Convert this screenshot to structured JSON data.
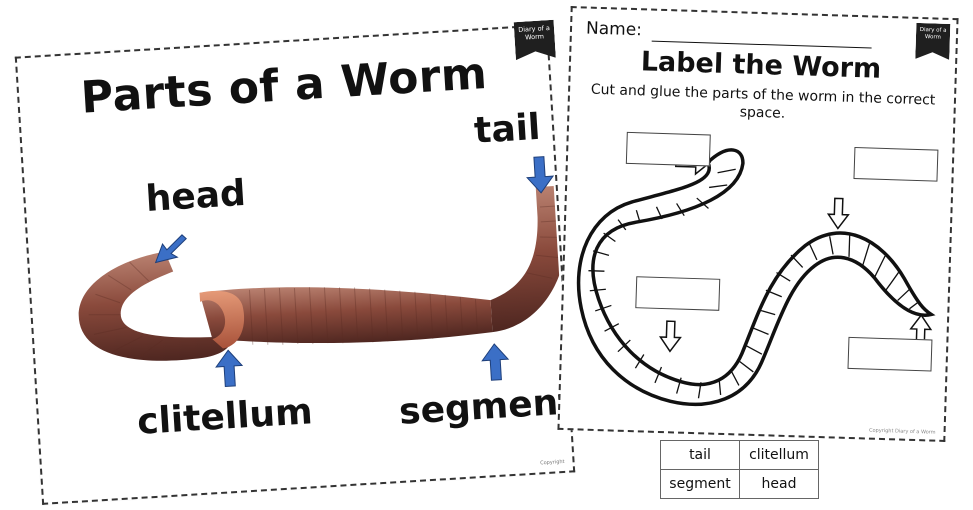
{
  "poster": {
    "title": "Parts of a Worm",
    "badge": "Diary of a Worm",
    "labels": {
      "head": "head",
      "tail": "tail",
      "clitellum": "clitellum",
      "segment": "segment"
    },
    "copyright": "Copyright"
  },
  "worksheet": {
    "name_label": "Name:",
    "title": "Label the Worm",
    "instruction": "Cut and glue the parts of the worm in the correct space.",
    "badge": "Diary of a Worm",
    "copyright": "Copyright Diary of a Worm"
  },
  "word_bank": {
    "rows": [
      [
        "tail",
        "clitellum"
      ],
      [
        "segment",
        "head"
      ]
    ]
  },
  "colors": {
    "arrow_blue": "#3b6fc6",
    "worm_brown": "#8a4a3c",
    "clitellum": "#c26a4a"
  }
}
